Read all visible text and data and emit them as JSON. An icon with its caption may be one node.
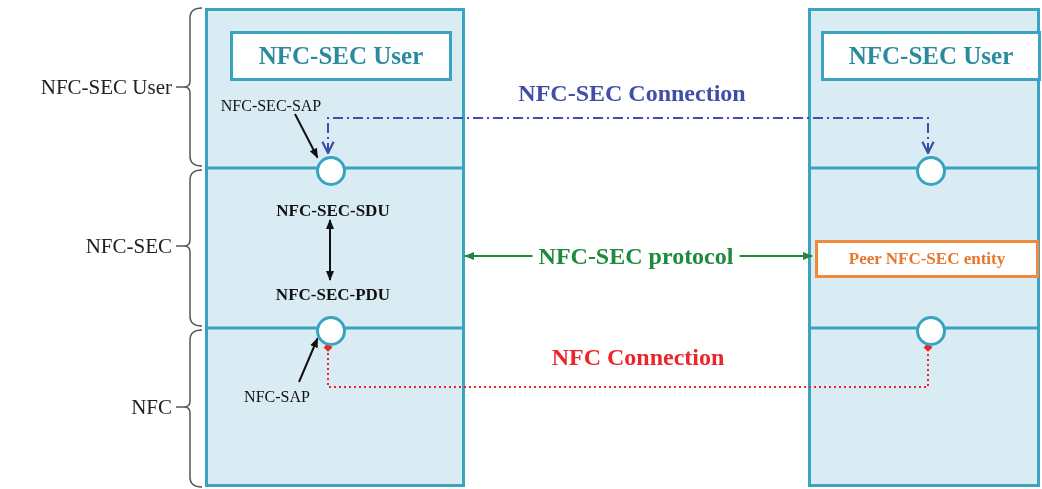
{
  "diagram": {
    "nodes": [
      {
        "text": [],
        "shape": "box"
      },
      {
        "text": [
          "NFC-SEC User"
        ],
        "in": 0
      },
      {
        "text": [
          "NFC-SEC-SAP"
        ],
        "in": 0
      },
      {
        "text": [],
        "shape": "circle",
        "in": 0
      },
      {
        "text": [
          "NFC-SEC-SDU"
        ],
        "in": 0
      },
      {
        "text": [
          "NFC-SEC-PDU"
        ],
        "in": 0
      },
      {
        "text": [],
        "shape": "circle",
        "in": 0
      },
      {
        "text": [
          "NFC-SAP"
        ],
        "in": 0
      },
      {
        "text": [],
        "shape": "box"
      },
      {
        "text": [
          "NFC-SEC User"
        ],
        "in": 8
      },
      {
        "text": [],
        "shape": "circle",
        "in": 8
      },
      {
        "text": [
          "Peer NFC-SEC entity"
        ],
        "in": 8
      },
      {
        "text": [],
        "shape": "circle",
        "in": 8
      }
    ],
    "edges": [
      {
        "from": 2,
        "to": 3,
        "arrow": "to"
      },
      {
        "from": 3,
        "to": 10,
        "arrow": "both",
        "label": "NFC-SEC Connection",
        "style": "dashed",
        "color": "#3f4ea8"
      },
      {
        "from": 4,
        "to": 5,
        "arrow": "both"
      },
      {
        "from": 0,
        "to": 11,
        "arrow": "both",
        "label": "NFC-SEC protocol",
        "color": "#1e8a3c"
      },
      {
        "from": 7,
        "to": 6,
        "arrow": "to"
      },
      {
        "from": 6,
        "to": 12,
        "arrow": "other",
        "label": "NFC Connection",
        "style": "dashed",
        "color": "#e8262b"
      }
    ],
    "labels": [
      "NFC-SEC User",
      "NFC-SEC",
      "NFC"
    ]
  }
}
